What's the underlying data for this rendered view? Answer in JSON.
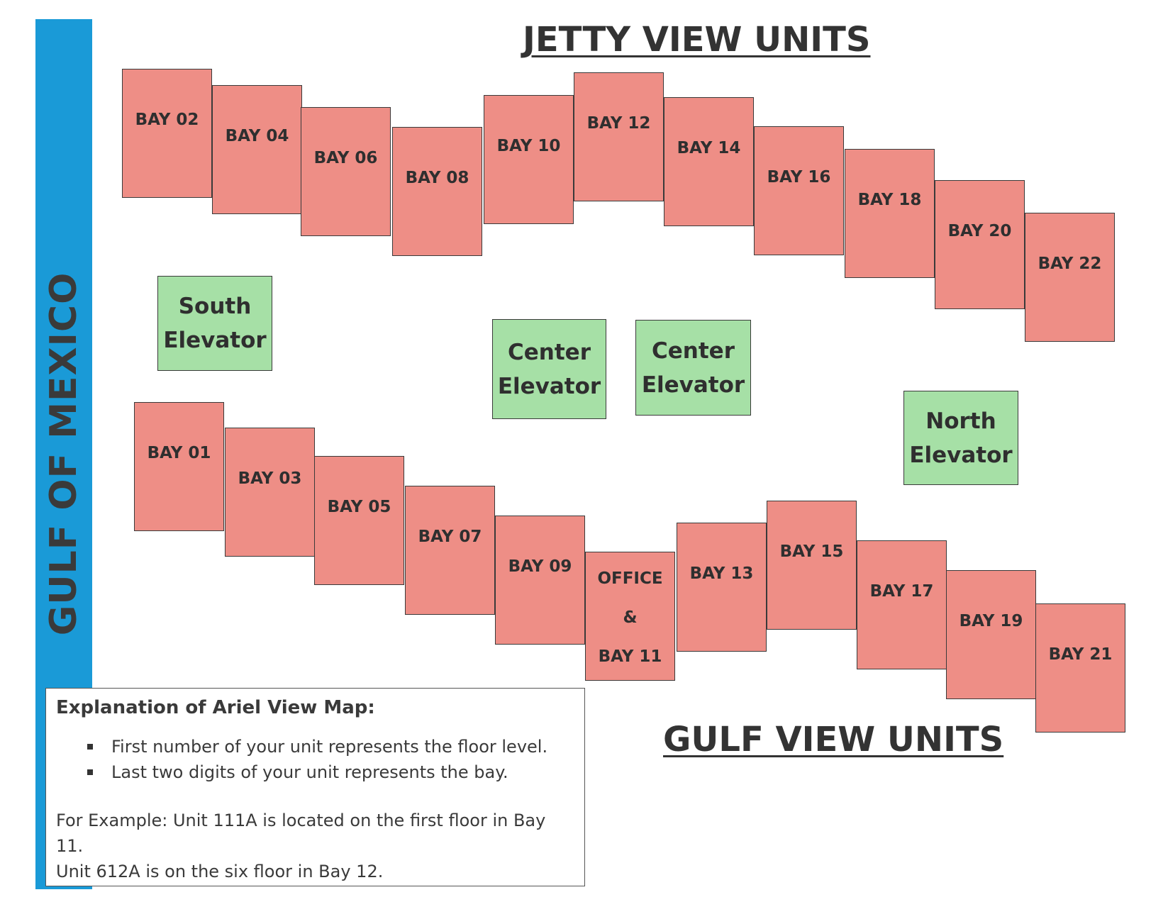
{
  "map": {
    "sea_label": "GULF OF MEXICO",
    "top_title": "JETTY VIEW UNITS",
    "bottom_title": "GULF VIEW UNITS",
    "colors": {
      "sea": "#1a9ad7",
      "unit": "#ee8e86",
      "elevator": "#a6e0a6"
    }
  },
  "jetty_units": [
    {
      "label": "BAY 02"
    },
    {
      "label": "BAY 04"
    },
    {
      "label": "BAY 06"
    },
    {
      "label": "BAY 08"
    },
    {
      "label": "BAY 10"
    },
    {
      "label": "BAY 12"
    },
    {
      "label": "BAY 14"
    },
    {
      "label": "BAY 16"
    },
    {
      "label": "BAY 18"
    },
    {
      "label": "BAY 20"
    },
    {
      "label": "BAY 22"
    }
  ],
  "gulf_units": [
    {
      "label": "BAY 01"
    },
    {
      "label": "BAY 03"
    },
    {
      "label": "BAY 05"
    },
    {
      "label": "BAY 07"
    },
    {
      "label": "BAY 09"
    },
    {
      "label": "OFFICE",
      "label2": "&",
      "label3": "BAY 11"
    },
    {
      "label": "BAY 13"
    },
    {
      "label": "BAY 15"
    },
    {
      "label": "BAY 17"
    },
    {
      "label": "BAY 19"
    },
    {
      "label": "BAY 21"
    }
  ],
  "elevators": [
    {
      "line1": "South",
      "line2": "Elevator"
    },
    {
      "line1": "Center",
      "line2": "Elevator"
    },
    {
      "line1": "Center",
      "line2": "Elevator"
    },
    {
      "line1": "North",
      "line2": "Elevator"
    }
  ],
  "explanation": {
    "title": "Explanation of Ariel View Map:",
    "bullets": [
      "First number of your unit represents the floor level.",
      "Last two digits of your unit represents the bay."
    ],
    "example_lines": [
      "For Example: Unit 111A is located on the first floor in Bay 11.",
      "Unit 612A is on the six floor in Bay 12."
    ]
  }
}
